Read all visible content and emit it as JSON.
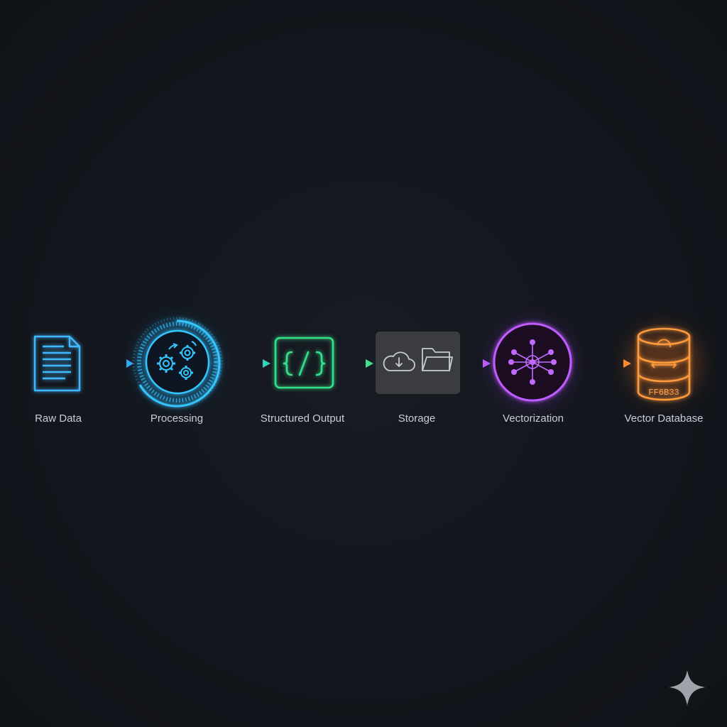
{
  "diagram": {
    "type": "pipeline-flow",
    "stages": [
      {
        "id": "raw-data",
        "label": "Raw Data",
        "icon": "document-icon",
        "color": "#3fb8ff"
      },
      {
        "id": "processing",
        "label": "Processing",
        "icon": "gears-icon",
        "color": "#36c6ff"
      },
      {
        "id": "structured-output",
        "label": "Structured Output",
        "icon": "code-braces-icon",
        "color": "#35e08a"
      },
      {
        "id": "storage",
        "label": "Storage",
        "icon": "cloud-folder-icon",
        "color": "#9aa0a8"
      },
      {
        "id": "vectorization",
        "label": "Vectorization",
        "icon": "network-node-icon",
        "color": "#b45cff"
      },
      {
        "id": "vector-database",
        "label": "Vector Database",
        "icon": "database-icon",
        "color": "#ff9a3c"
      }
    ],
    "database_text": "FF6B33"
  },
  "colors": {
    "background": "#14171d",
    "label_text": "#c9ced6",
    "storage_panel": "#3a3c40"
  },
  "watermark": {
    "icon": "sparkle-icon"
  }
}
